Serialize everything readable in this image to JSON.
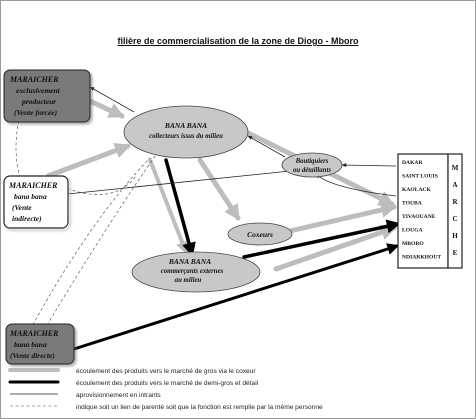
{
  "title": "filière de commercialisation de la zone de Diogo - Mboro",
  "producers": {
    "p1": [
      "MARAICHER",
      "exclusivement",
      "producteur",
      "(Vente  forcée)"
    ],
    "p2": [
      "MARAICHER",
      "bana bana",
      "(Vente",
      "indirecte)"
    ],
    "p3": [
      "MARAICHER",
      "bana bana",
      "(Vente directe)"
    ]
  },
  "bana_collecteurs": [
    "BANA BANA",
    "collecteurs issus du milieu"
  ],
  "bana_commercants": [
    "BANA BANA",
    "commerçants externes",
    "au milieu"
  ],
  "boutiquiers": [
    "Boutiquiers",
    "ou détaillants"
  ],
  "coxeurs": "Coxeurs",
  "markets": [
    "DAKAR",
    "SAINT LOUIS",
    "KAOLACK",
    "TOUBA",
    "TIVAOUANE",
    "LOUGA",
    "MBORO",
    "NDIARKHOUT"
  ],
  "marche_label": [
    "M",
    "A",
    "R",
    "C",
    "H",
    "E"
  ],
  "legend": [
    "écoulement des produits  vers le marché  de gros via le coxeur",
    "écoulement des produits vers le marché de demi-gros et détail",
    "aprovisionnement en intrants",
    "indique soit un lien de parenté soit que la fonction est remplie par la même personne"
  ],
  "colors": {
    "producer_fill": "#7a7a7a",
    "ellipse_fill": "#c8c8c8",
    "grey_arrow": "#bdbdbd",
    "black_arrow": "#000000",
    "market_fill": "#ffffff"
  }
}
